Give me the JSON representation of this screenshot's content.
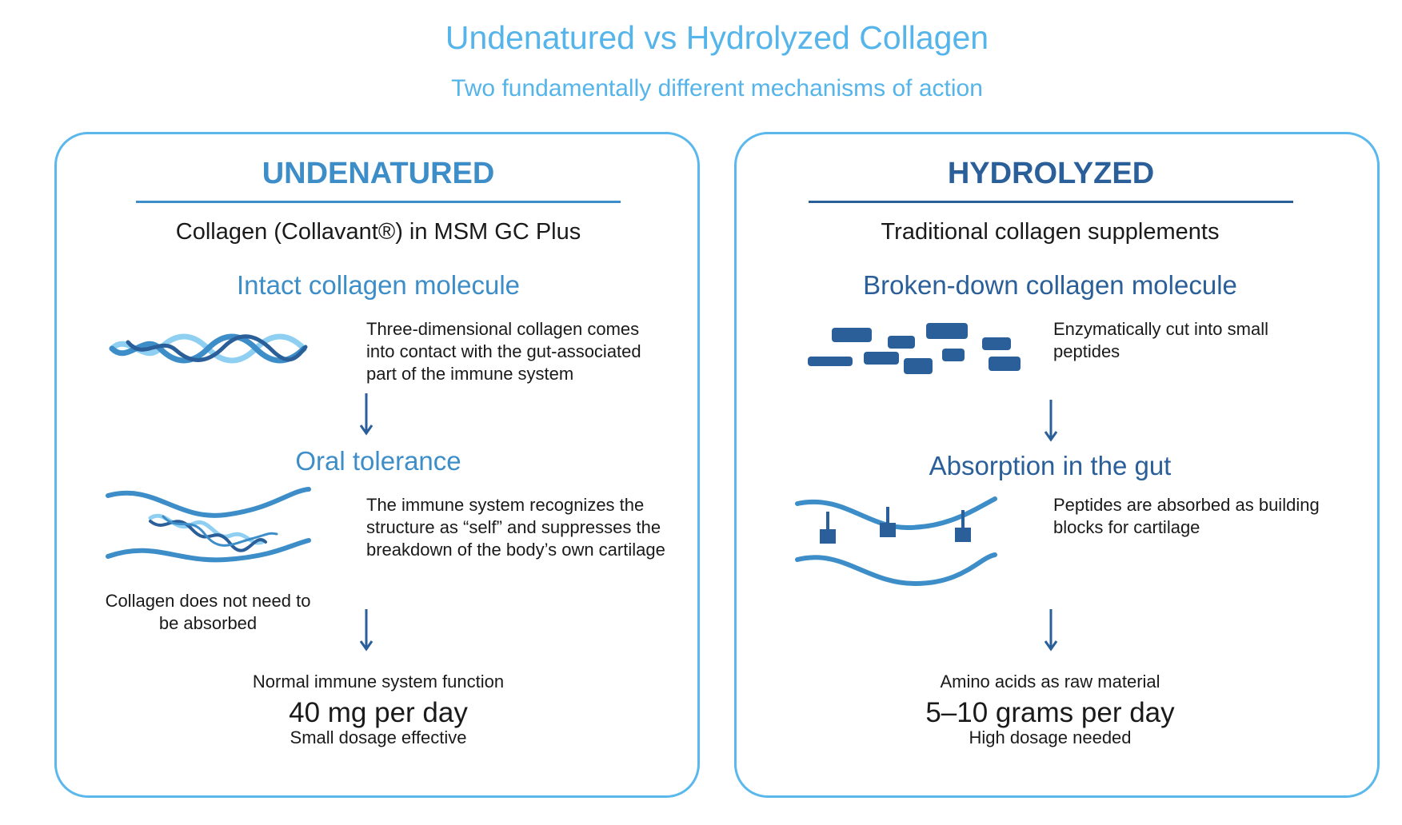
{
  "title": "Undenatured vs Hydrolyzed Collagen",
  "subtitle": "Two fundamentally different mechanisms of action",
  "colors": {
    "accent_light": "#55b4ea",
    "accent_mid": "#3d8ec8",
    "accent_dark": "#2a5f99",
    "strand_pale": "#8fd0f2"
  },
  "left": {
    "heading": "UNDENATURED",
    "lead": "Collagen (Collavant®) in MSM GC Plus",
    "section1": "Intact collagen molecule",
    "desc1": "Three-dimensional collagen comes into contact with the gut-associated part of the immune system",
    "section2": "Oral tolerance",
    "desc2": "The immune system recognizes the structure as “self” and suppresses the breakdown of the body’s own cartilage",
    "note": "Collagen does not need to be absorbed",
    "result": "Normal immune system function",
    "dose": "40 mg per day",
    "dose_note": "Small dosage effective"
  },
  "right": {
    "heading": "HYDROLYZED",
    "lead": "Traditional collagen supplements",
    "section1": "Broken-down collagen molecule",
    "desc1": "Enzymatically cut into small peptides",
    "section2": "Absorption in the gut",
    "desc2": "Peptides are absorbed as building blocks for cartilage",
    "result": "Amino acids as raw material",
    "dose": "5–10 grams per day",
    "dose_note": "High dosage needed"
  }
}
